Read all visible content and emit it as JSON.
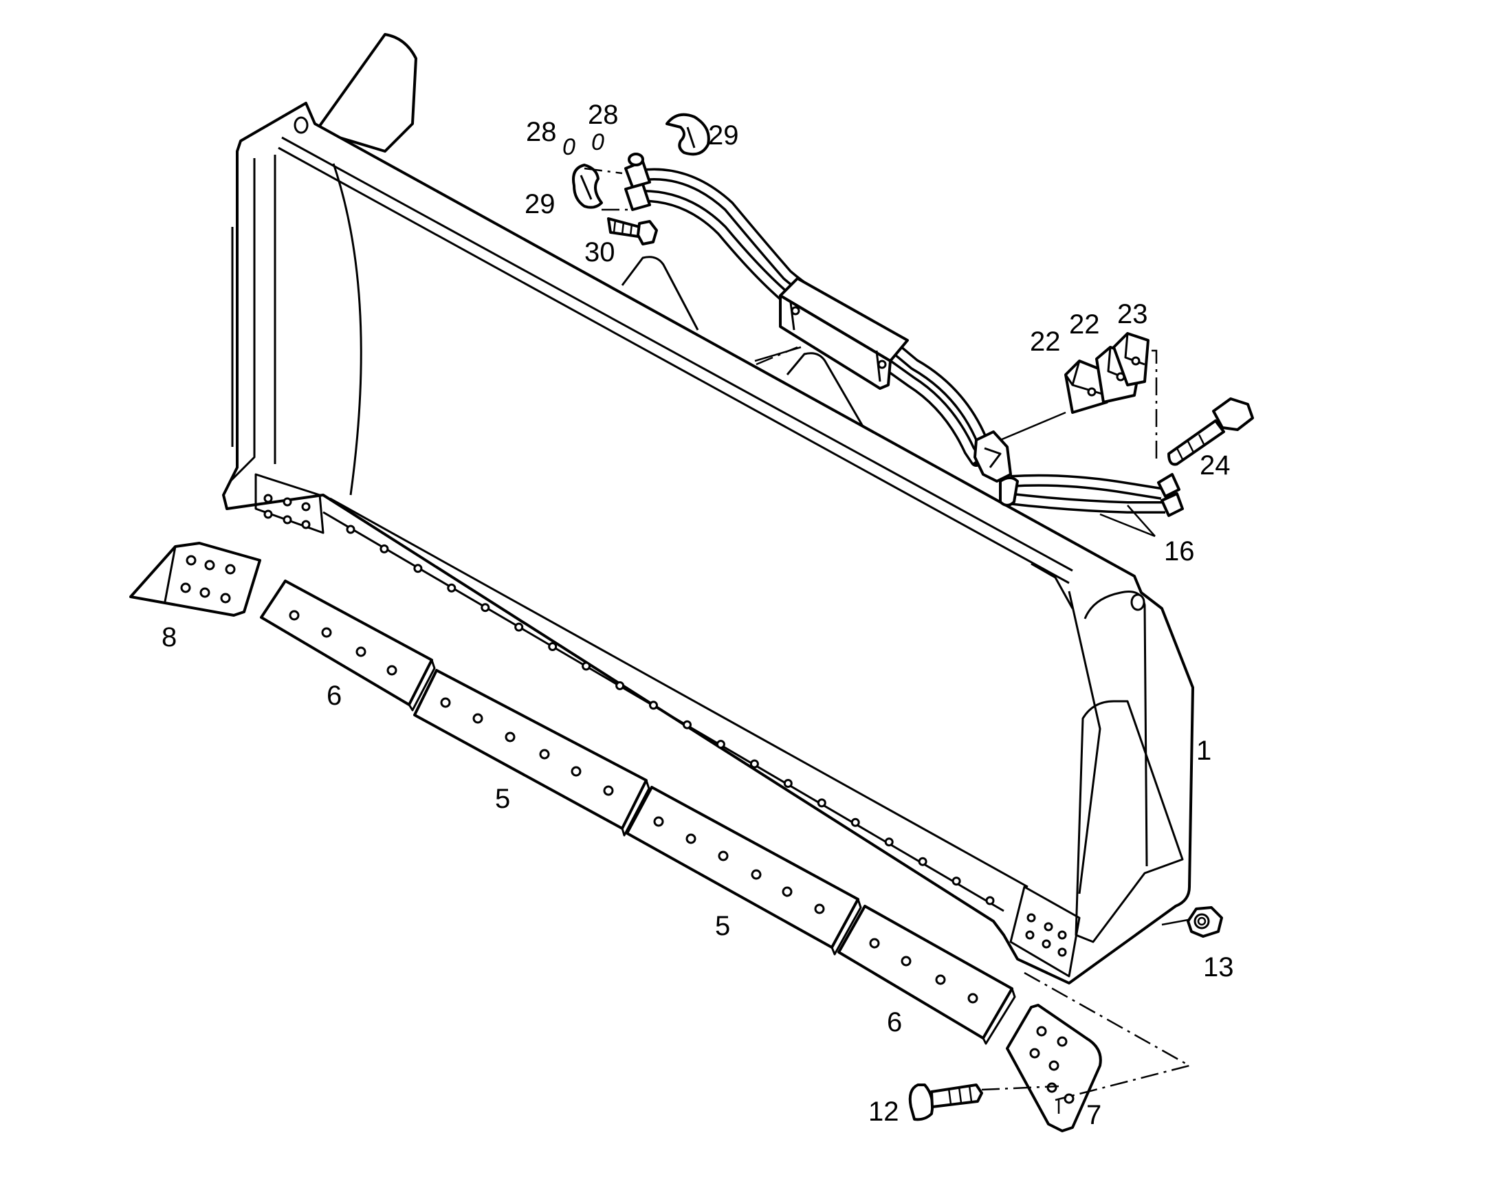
{
  "diagram": {
    "type": "exploded-parts-view",
    "line_color": "#000000",
    "background": "#ffffff",
    "callouts": {
      "c1": "1",
      "c5a": "5",
      "c5b": "5",
      "c6a": "6",
      "c6b": "6",
      "c7": "7",
      "c8": "8",
      "c12": "12",
      "c13": "13",
      "c16": "16",
      "c22a": "22",
      "c22b": "22",
      "c23": "23",
      "c24": "24",
      "c28a": "28",
      "c28b": "28",
      "c29a": "29",
      "c29b": "29",
      "c30": "30",
      "o1": "0",
      "o2": "0"
    }
  }
}
